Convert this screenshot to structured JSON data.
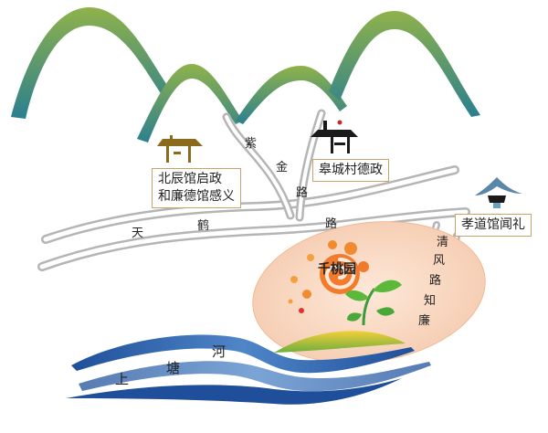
{
  "places": {
    "beichen": {
      "line1": "北辰馆启政",
      "line2": "和廉德馆感义"
    },
    "gaocheng": {
      "name": "皋城村德政"
    },
    "xiaodao": {
      "name": "孝道馆闻礼"
    },
    "park": {
      "name": "千桃园"
    }
  },
  "roads": {
    "zijin": [
      "紫",
      "金",
      "路"
    ],
    "tianhe": [
      "天",
      "鹤",
      "路"
    ],
    "qingfeng": [
      "清",
      "风",
      "路",
      "知",
      "廉"
    ]
  },
  "river": {
    "chars": [
      "上",
      "塘",
      "河"
    ]
  },
  "colors": {
    "mountain_top": "#8fb24a",
    "mountain_bottom": "#2b7f8f",
    "river_dark": "#1f4f9a",
    "river_light": "#6f9fd6",
    "road": "#b5b5b5",
    "park_fill": "#f7d9c4",
    "label_border": "#c8a36a"
  },
  "icons": [
    "pavilion-icon",
    "gate-icon",
    "roof-icon",
    "spiral-logo-icon",
    "sprout-icon"
  ]
}
